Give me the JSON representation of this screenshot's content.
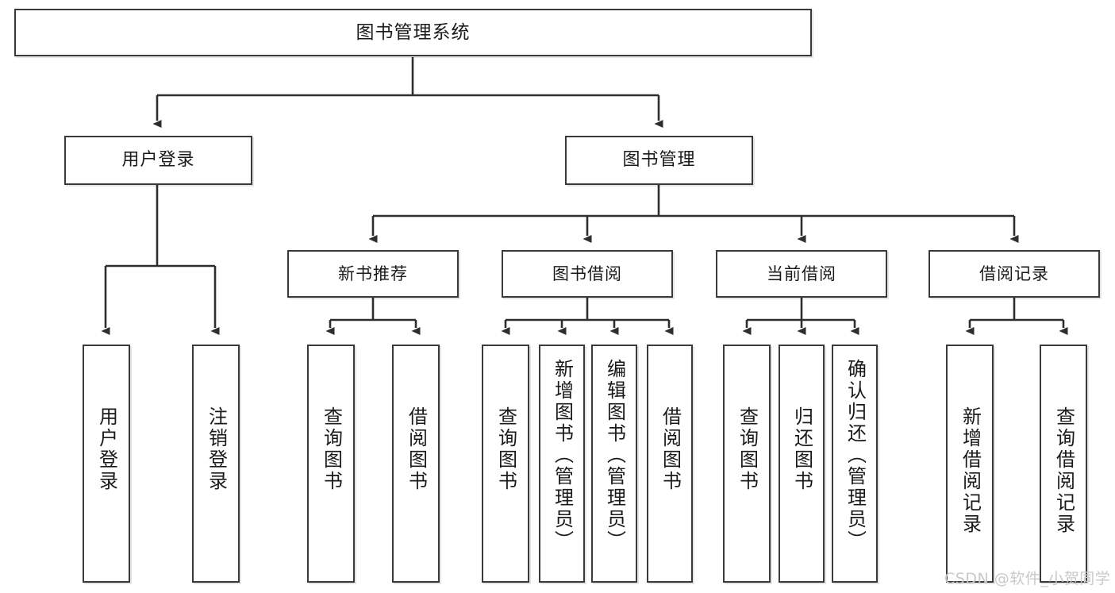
{
  "diagram": {
    "type": "tree-hierarchy",
    "title": "图书管理系统",
    "root": {
      "id": "root",
      "label": "图书管理系统"
    },
    "level1": [
      {
        "id": "user-login",
        "label": "用户登录"
      },
      {
        "id": "book-manage",
        "label": "图书管理"
      }
    ],
    "level2": [
      {
        "id": "new-book-recommend",
        "label": "新书推荐",
        "parent": "book-manage"
      },
      {
        "id": "book-borrow",
        "label": "图书借阅",
        "parent": "book-manage"
      },
      {
        "id": "current-borrow",
        "label": "当前借阅",
        "parent": "book-manage"
      },
      {
        "id": "borrow-record",
        "label": "借阅记录",
        "parent": "book-manage"
      }
    ],
    "leaves": [
      {
        "id": "leaf-user-login",
        "label": "用户登录",
        "parent": "user-login"
      },
      {
        "id": "leaf-logout-login",
        "label": "注销登录",
        "parent": "user-login"
      },
      {
        "id": "leaf-query-book-1",
        "label": "查询图书",
        "parent": "new-book-recommend"
      },
      {
        "id": "leaf-borrow-book-1",
        "label": "借阅图书",
        "parent": "new-book-recommend"
      },
      {
        "id": "leaf-query-book-2",
        "label": "查询图书",
        "parent": "book-borrow"
      },
      {
        "id": "leaf-add-book",
        "label": "新增图书（管理员）",
        "parent": "book-borrow"
      },
      {
        "id": "leaf-edit-book",
        "label": "编辑图书（管理员）",
        "parent": "book-borrow"
      },
      {
        "id": "leaf-borrow-book-2",
        "label": "借阅图书",
        "parent": "book-borrow"
      },
      {
        "id": "leaf-query-book-3",
        "label": "查询图书",
        "parent": "current-borrow"
      },
      {
        "id": "leaf-return-book",
        "label": "归还图书",
        "parent": "current-borrow"
      },
      {
        "id": "leaf-confirm-return",
        "label": "确认归还（管理员）",
        "parent": "current-borrow"
      },
      {
        "id": "leaf-add-record",
        "label": "新增借阅记录",
        "parent": "borrow-record"
      },
      {
        "id": "leaf-query-record",
        "label": "查询借阅记录",
        "parent": "borrow-record"
      }
    ],
    "colors": {
      "stroke": "#3a3a3a",
      "fill": "#ffffff",
      "text": "#1a1a1a",
      "watermark": "#c9c9c9"
    }
  },
  "watermark": {
    "text": "CSDN @软件_小贺同学"
  }
}
